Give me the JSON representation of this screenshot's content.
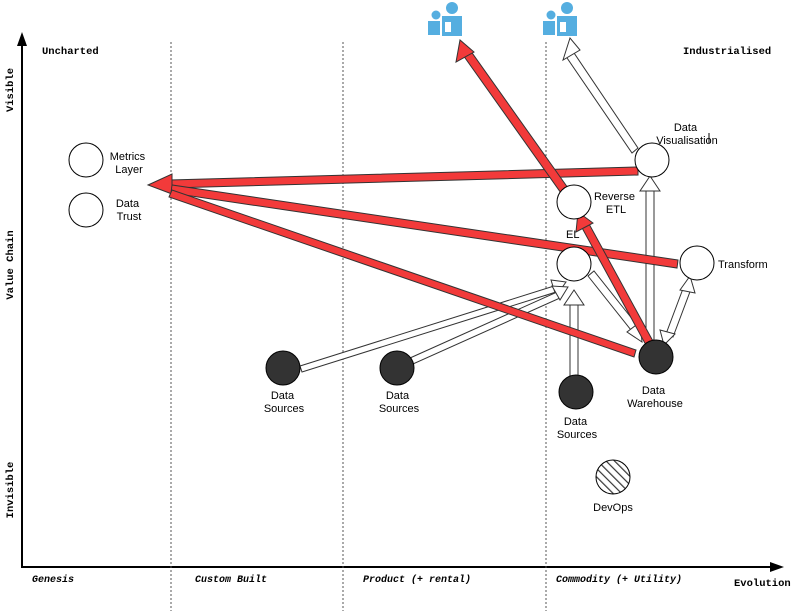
{
  "corner_labels": {
    "uncharted": "Uncharted",
    "industrialised": "Industrialised"
  },
  "axis": {
    "y_title": "Value Chain",
    "y_top": "Visible",
    "y_bottom": "Invisible",
    "x_title": "Evolution"
  },
  "stages": [
    "Genesis",
    "Custom Built",
    "Product (+ rental)",
    "Commodity (+ Utility)"
  ],
  "components": {
    "metrics_layer": [
      "Metrics",
      "Layer"
    ],
    "data_trust": [
      "Data",
      "Trust"
    ],
    "data_visualisation": [
      "Data",
      "Visualisation"
    ],
    "reverse_etl": [
      "Reverse",
      "ETL"
    ],
    "el": "EL",
    "transform": "Transform",
    "data_warehouse": [
      "Data",
      "Warehouse"
    ],
    "data_sources_1": [
      "Data",
      "Sources"
    ],
    "data_sources_2": [
      "Data",
      "Sources"
    ],
    "data_sources_3": [
      "Data",
      "Sources"
    ],
    "devops": "DevOps"
  },
  "colors": {
    "red_arrow": "#f23a3a",
    "user_icon": "#55aee0",
    "dark_node": "#333333"
  },
  "icons": [
    "user-group-icon",
    "user-group-icon"
  ]
}
